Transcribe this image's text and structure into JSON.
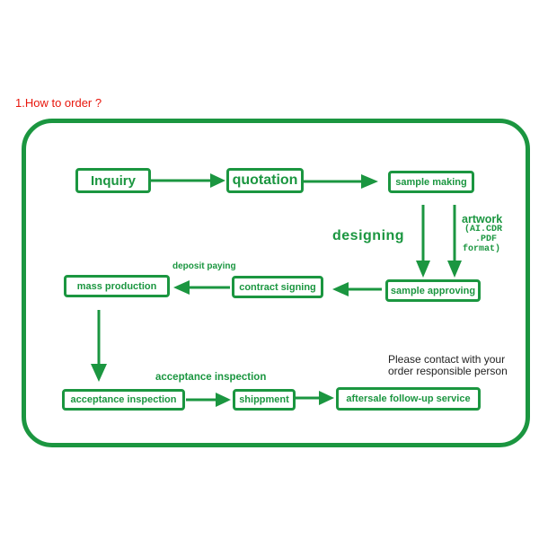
{
  "title": "1.How to order ?",
  "steps": {
    "inquiry": "Inquiry",
    "quotation": "quotation",
    "sample_making": "sample making",
    "sample_approving": "sample approving",
    "contract_signing": "contract signing",
    "mass_production": "mass production",
    "acceptance_inspection": "acceptance inspection",
    "shippment": "shippment",
    "aftersale": "aftersale follow-up service"
  },
  "labels": {
    "designing": "designing",
    "artwork": "artwork",
    "artwork_formats": [
      "(AI.CDR",
      ".PDF",
      "format)"
    ],
    "deposit_paying": "deposit paying",
    "acceptance_inspection": "acceptance inspection",
    "contact_note": [
      "Please contact with your",
      "order responsible person"
    ]
  },
  "colors": {
    "accent": "#1b9640",
    "title": "#e8160c",
    "note": "#222222"
  }
}
